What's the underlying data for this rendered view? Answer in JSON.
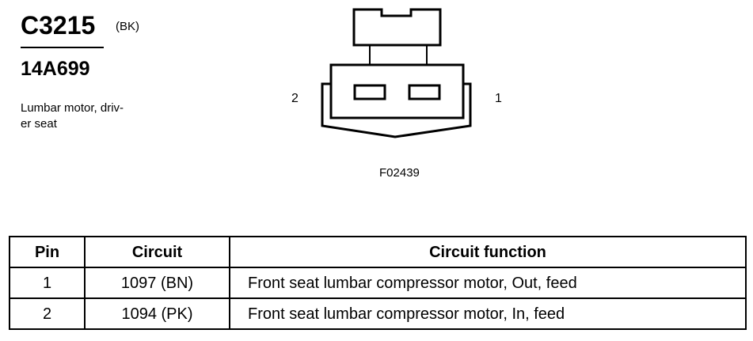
{
  "connector": {
    "id": "C3215",
    "color_code": "(BK)",
    "part_number": "14A699",
    "description": "Lumbar motor, driv-\ner seat"
  },
  "diagram": {
    "figure_id": "F02439",
    "pin_labels": {
      "left": "2",
      "right": "1"
    }
  },
  "table": {
    "headers": [
      "Pin",
      "Circuit",
      "Circuit function"
    ],
    "rows": [
      {
        "pin": "1",
        "circuit": "1097 (BN)",
        "function": "Front seat lumbar compressor motor, Out, feed"
      },
      {
        "pin": "2",
        "circuit": "1094 (PK)",
        "function": "Front seat lumbar compressor motor, In, feed"
      }
    ]
  }
}
